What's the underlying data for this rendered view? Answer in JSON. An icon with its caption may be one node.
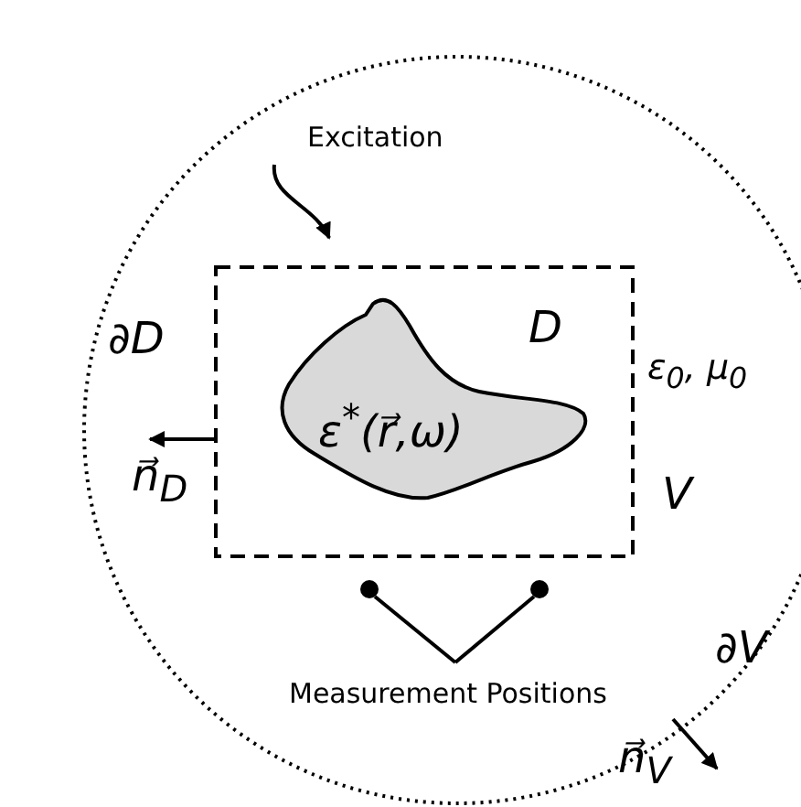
{
  "diagram": {
    "nodes": [
      {
        "text": [
          "V"
        ],
        "beside": [
          "∂V"
        ]
      },
      {
        "text": [
          "D"
        ],
        "beside": [
          "∂D"
        ],
        "in": 0
      },
      {
        "text": [
          "ε$^{*}$(r⃗,ω)"
        ],
        "in": 1
      },
      {
        "text": [
          "Excitation"
        ],
        "in": 0
      },
      {
        "text": [],
        "shape": "circle",
        "in": 0
      },
      {
        "text": [],
        "shape": "circle",
        "in": 0
      },
      {
        "text": [
          "Measurement Positions"
        ],
        "in": 0
      }
    ],
    "edges": [
      {
        "from": 3,
        "to": 1,
        "arrow": "to"
      },
      {
        "from": 6,
        "to": 4,
        "arrow": "none"
      },
      {
        "from": 6,
        "to": 5,
        "arrow": "none"
      }
    ],
    "labels": [
      "ε$_{0}$, μ$_{0}$",
      "n⃗$_{D}$",
      "n⃗$_{V}$"
    ]
  }
}
